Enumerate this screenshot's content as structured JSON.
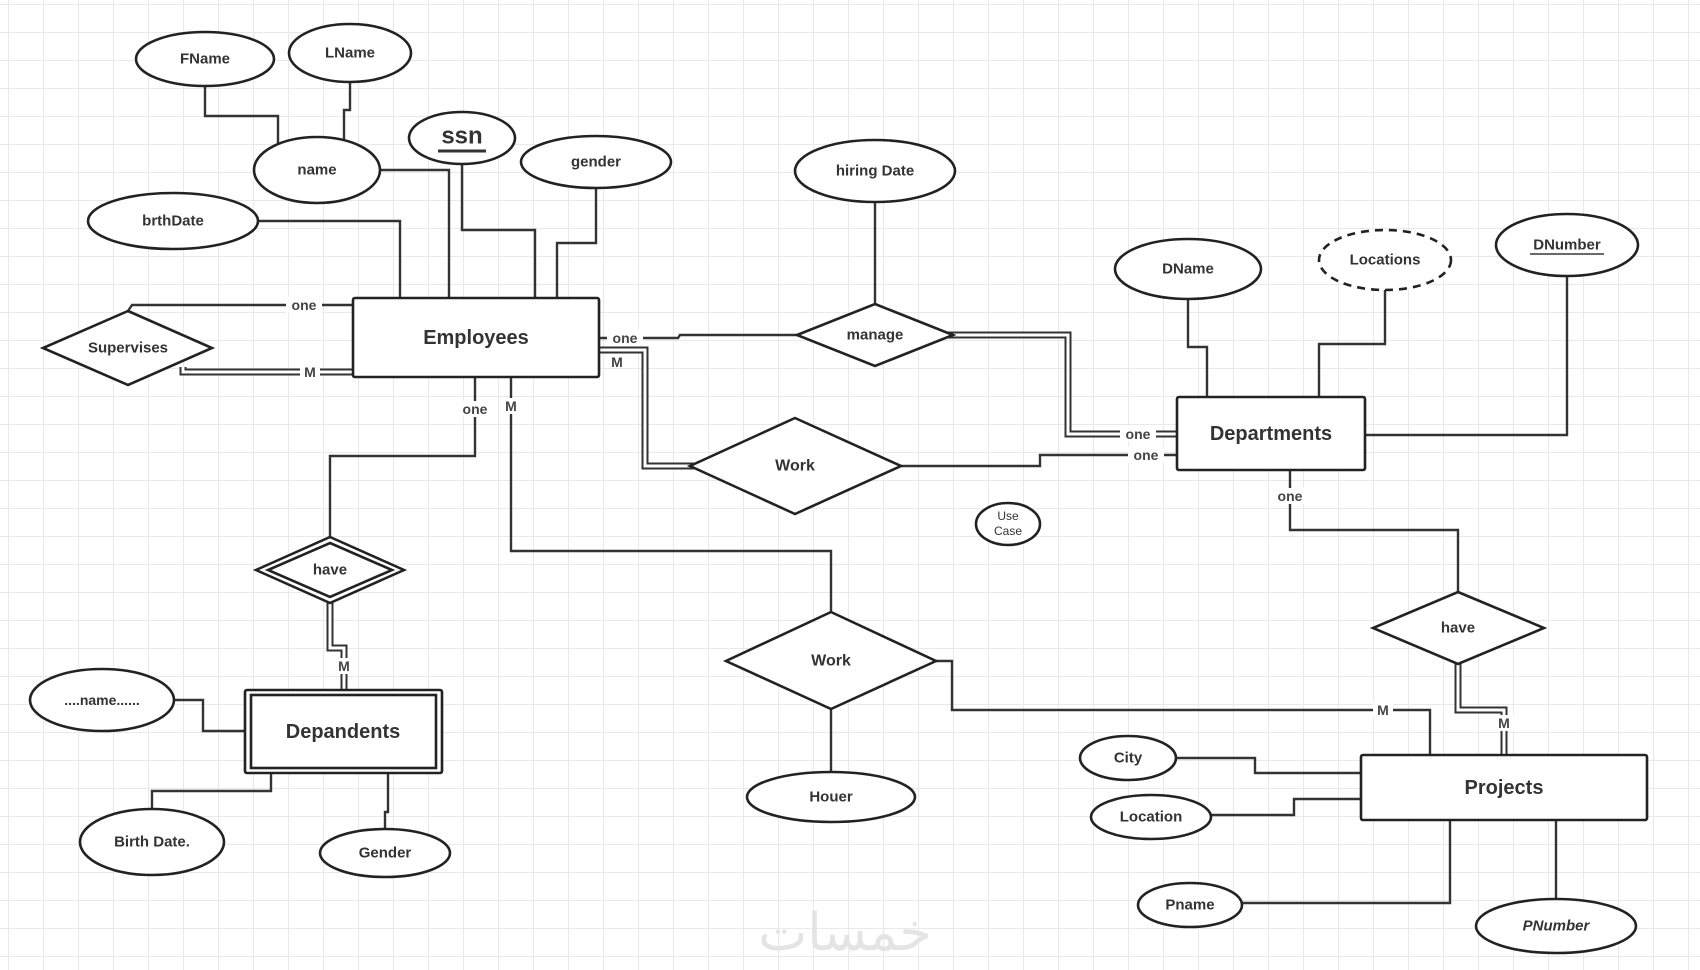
{
  "diagram": {
    "type": "ER diagram",
    "entities": [
      {
        "id": "employees",
        "label": "Employees",
        "weak": false
      },
      {
        "id": "departments",
        "label": "Departments",
        "weak": false
      },
      {
        "id": "projects",
        "label": "Projects",
        "weak": false
      },
      {
        "id": "dependents",
        "label": "Depandents",
        "weak": true
      }
    ],
    "relationships": [
      {
        "id": "supervises",
        "label": "Supervises",
        "identifying": false
      },
      {
        "id": "manage",
        "label": "manage",
        "identifying": false
      },
      {
        "id": "work_dept",
        "label": "Work",
        "identifying": false
      },
      {
        "id": "have_dep",
        "label": "have",
        "identifying": true
      },
      {
        "id": "work_proj",
        "label": "Work",
        "identifying": false
      },
      {
        "id": "have_proj",
        "label": "have",
        "identifying": false
      }
    ],
    "attributes": [
      {
        "id": "fname",
        "label": "FName",
        "key": false,
        "multivalued": false
      },
      {
        "id": "lname",
        "label": "LName",
        "key": false,
        "multivalued": false
      },
      {
        "id": "name",
        "label": "name",
        "key": false,
        "multivalued": false
      },
      {
        "id": "ssn",
        "label": "ssn",
        "key": true,
        "multivalued": false
      },
      {
        "id": "gender",
        "label": "gender",
        "key": false,
        "multivalued": false
      },
      {
        "id": "brthdate",
        "label": "brthDate",
        "key": false,
        "multivalued": false
      },
      {
        "id": "hiringdate",
        "label": "hiring Date",
        "key": false,
        "multivalued": false
      },
      {
        "id": "dname",
        "label": "DName",
        "key": false,
        "multivalued": false
      },
      {
        "id": "locations",
        "label": "Locations",
        "key": false,
        "multivalued": true
      },
      {
        "id": "dnumber",
        "label": "DNumber",
        "key": true,
        "multivalued": false
      },
      {
        "id": "depname",
        "label": "....name......",
        "key": false,
        "multivalued": false
      },
      {
        "id": "birthdate",
        "label": "Birth Date.",
        "key": false,
        "multivalued": false
      },
      {
        "id": "depgender",
        "label": "Gender",
        "key": false,
        "multivalued": false
      },
      {
        "id": "houer",
        "label": "Houer",
        "key": false,
        "multivalued": false
      },
      {
        "id": "city",
        "label": "City",
        "key": false,
        "multivalued": false
      },
      {
        "id": "location",
        "label": "Location",
        "key": false,
        "multivalued": false
      },
      {
        "id": "pname",
        "label": "Pname",
        "key": false,
        "multivalued": false
      },
      {
        "id": "pnumber",
        "label": "PNumber",
        "key": false,
        "multivalued": false
      }
    ],
    "usecase": {
      "line1": "Use",
      "line2": "Case"
    },
    "cardinalities": {
      "sup_one": "one",
      "sup_m": "M",
      "manage_emp": "one",
      "work_emp": "M",
      "manage_dept": "one",
      "work_dept": "one",
      "have_emp": "one",
      "workproj_emp": "M",
      "have_dep": "M",
      "dept_have": "one",
      "workproj_proj": "M",
      "have_proj": "M"
    },
    "watermark": "خمسات"
  }
}
